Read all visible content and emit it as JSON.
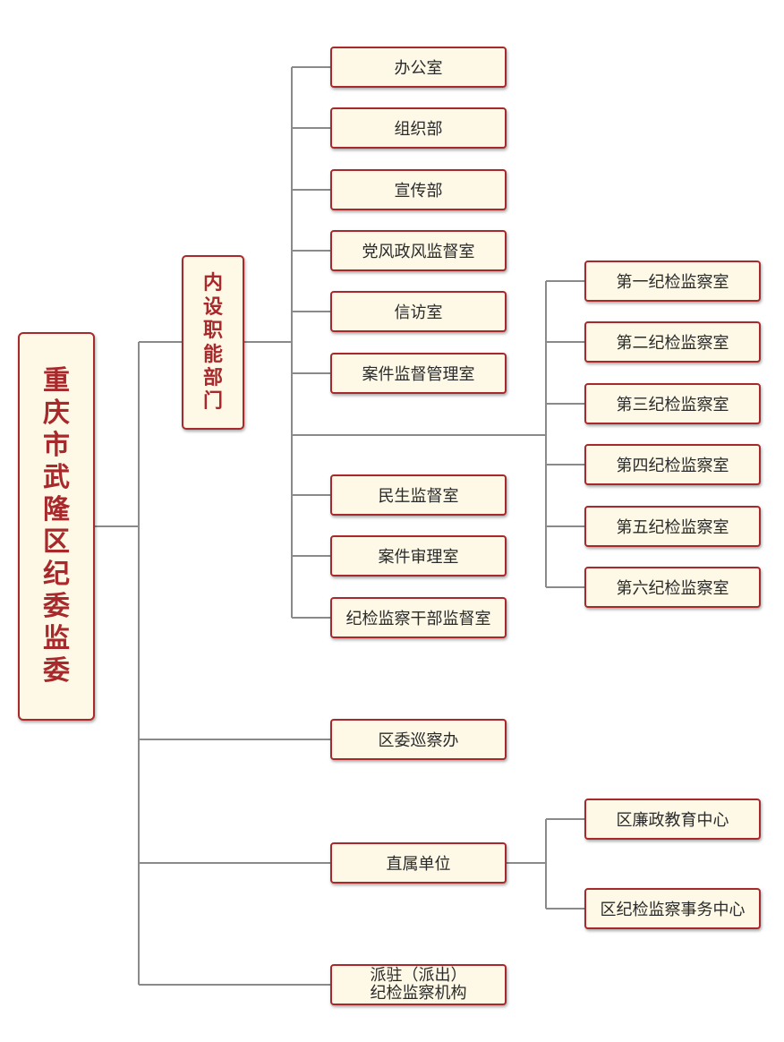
{
  "root": {
    "label": "重庆市武隆区纪委监委"
  },
  "internal_dept": {
    "label": "内设职能部门"
  },
  "internal_offices": [
    "办公室",
    "组织部",
    "宣传部",
    "党风政风监督室",
    "信访室",
    "案件监督管理室",
    "民生监督室",
    "案件审理室",
    "纪检监察干部监督室"
  ],
  "inspection_offices": [
    "第一纪检监察室",
    "第二纪检监察室",
    "第三纪检监察室",
    "第四纪检监察室",
    "第五纪检监察室",
    "第六纪检监察室"
  ],
  "patrol_office": {
    "label": "区委巡察办"
  },
  "affiliated": {
    "label": "直属单位",
    "children": [
      "区廉政教育中心",
      "区纪检监察事务中心"
    ]
  },
  "stationed": {
    "line1": "派驻（派出）",
    "line2": "纪检监察机构"
  }
}
